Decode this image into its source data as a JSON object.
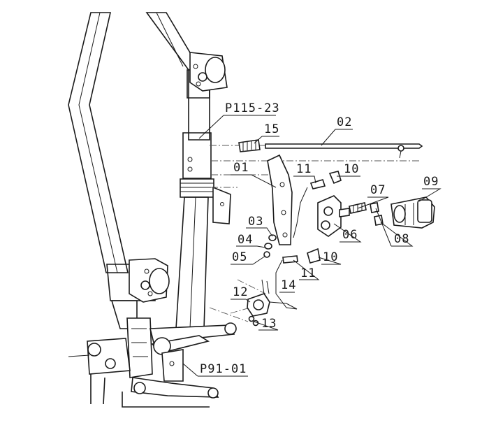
{
  "callouts": {
    "p115_23": "P115-23",
    "c02": "02",
    "c15": "15",
    "c01": "01",
    "c11_top": "11",
    "c10_top": "10",
    "c07": "07",
    "c09": "09",
    "c03": "03",
    "c06": "06",
    "c08": "08",
    "c04": "04",
    "c05": "05",
    "c10_bottom": "10",
    "c11_bottom": "11",
    "c12": "12",
    "c14": "14",
    "c13": "13",
    "p91_01": "P91-01"
  }
}
